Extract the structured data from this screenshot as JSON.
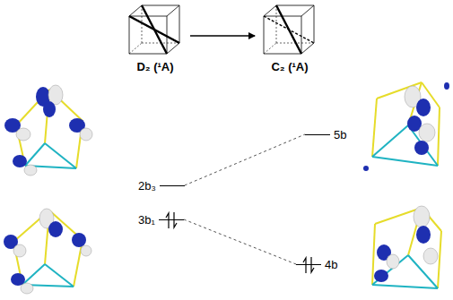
{
  "diagram": {
    "nodes": [
      {
        "text": [
          "D₂ (¹A)"
        ]
      },
      {
        "text": [
          "C₂ (¹A)"
        ]
      },
      {
        "text": [
          "2b₃"
        ]
      },
      {
        "text": [
          "3b₁"
        ]
      },
      {
        "text": [
          "5b"
        ]
      },
      {
        "text": [
          "4b"
        ]
      }
    ],
    "edges": [
      {
        "from": 0,
        "to": 1,
        "arrow": "to"
      },
      {
        "from": 2,
        "to": 4,
        "arrow": "none"
      },
      {
        "from": 3,
        "to": 5,
        "arrow": "none"
      }
    ]
  }
}
